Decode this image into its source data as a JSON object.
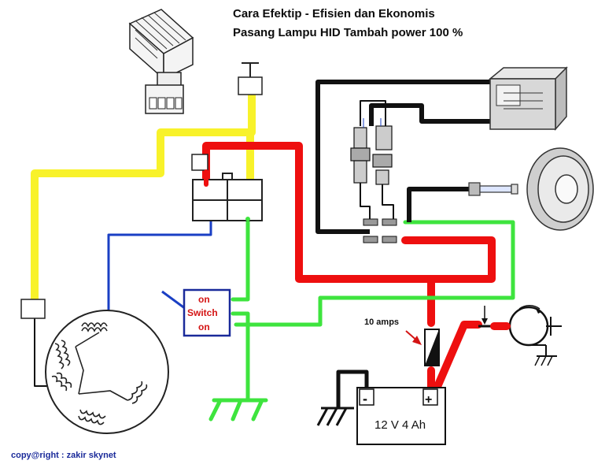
{
  "title": {
    "line1": "Cara Efektip - Efisien dan Ekonomis",
    "line2": "Pasang  Lampu HID Tambah power 100 %"
  },
  "switch": {
    "top": "on",
    "middle": "Switch",
    "bottom": "on"
  },
  "fuse_label": "10 amps",
  "battery": {
    "label": "12 V 4 Ah",
    "minus": "-",
    "plus": "+"
  },
  "copyright": "copy@right : zakir skynet",
  "colors": {
    "yellow": "#f8f22a",
    "red": "#ee0f0f",
    "green": "#3ee43e",
    "blue": "#1a3fc4",
    "black": "#111111",
    "label_red": "#d41414",
    "label_blue": "#1a2a9a"
  },
  "components": [
    "regulator-rectifier",
    "ballast",
    "hid-bulb",
    "headlamp-reflector",
    "stator-coil",
    "fuse",
    "battery",
    "starter-motor"
  ]
}
